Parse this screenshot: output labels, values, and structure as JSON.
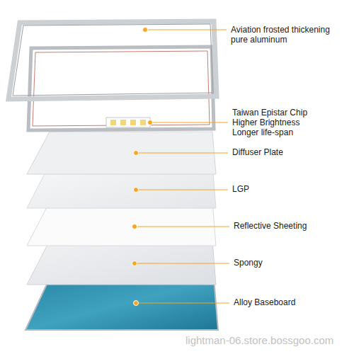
{
  "diagram": {
    "labels": [
      "Aviation frosted thickening pure aluminum",
      "Taiwan Epistar Chip Higher Brightness Longer life-span",
      "Diffuser Plate",
      "LGP",
      "Reflective Sheeting",
      "Spongy",
      "Alloy Baseboard",
      "lightman-06.store.bossgoo.com"
    ]
  }
}
